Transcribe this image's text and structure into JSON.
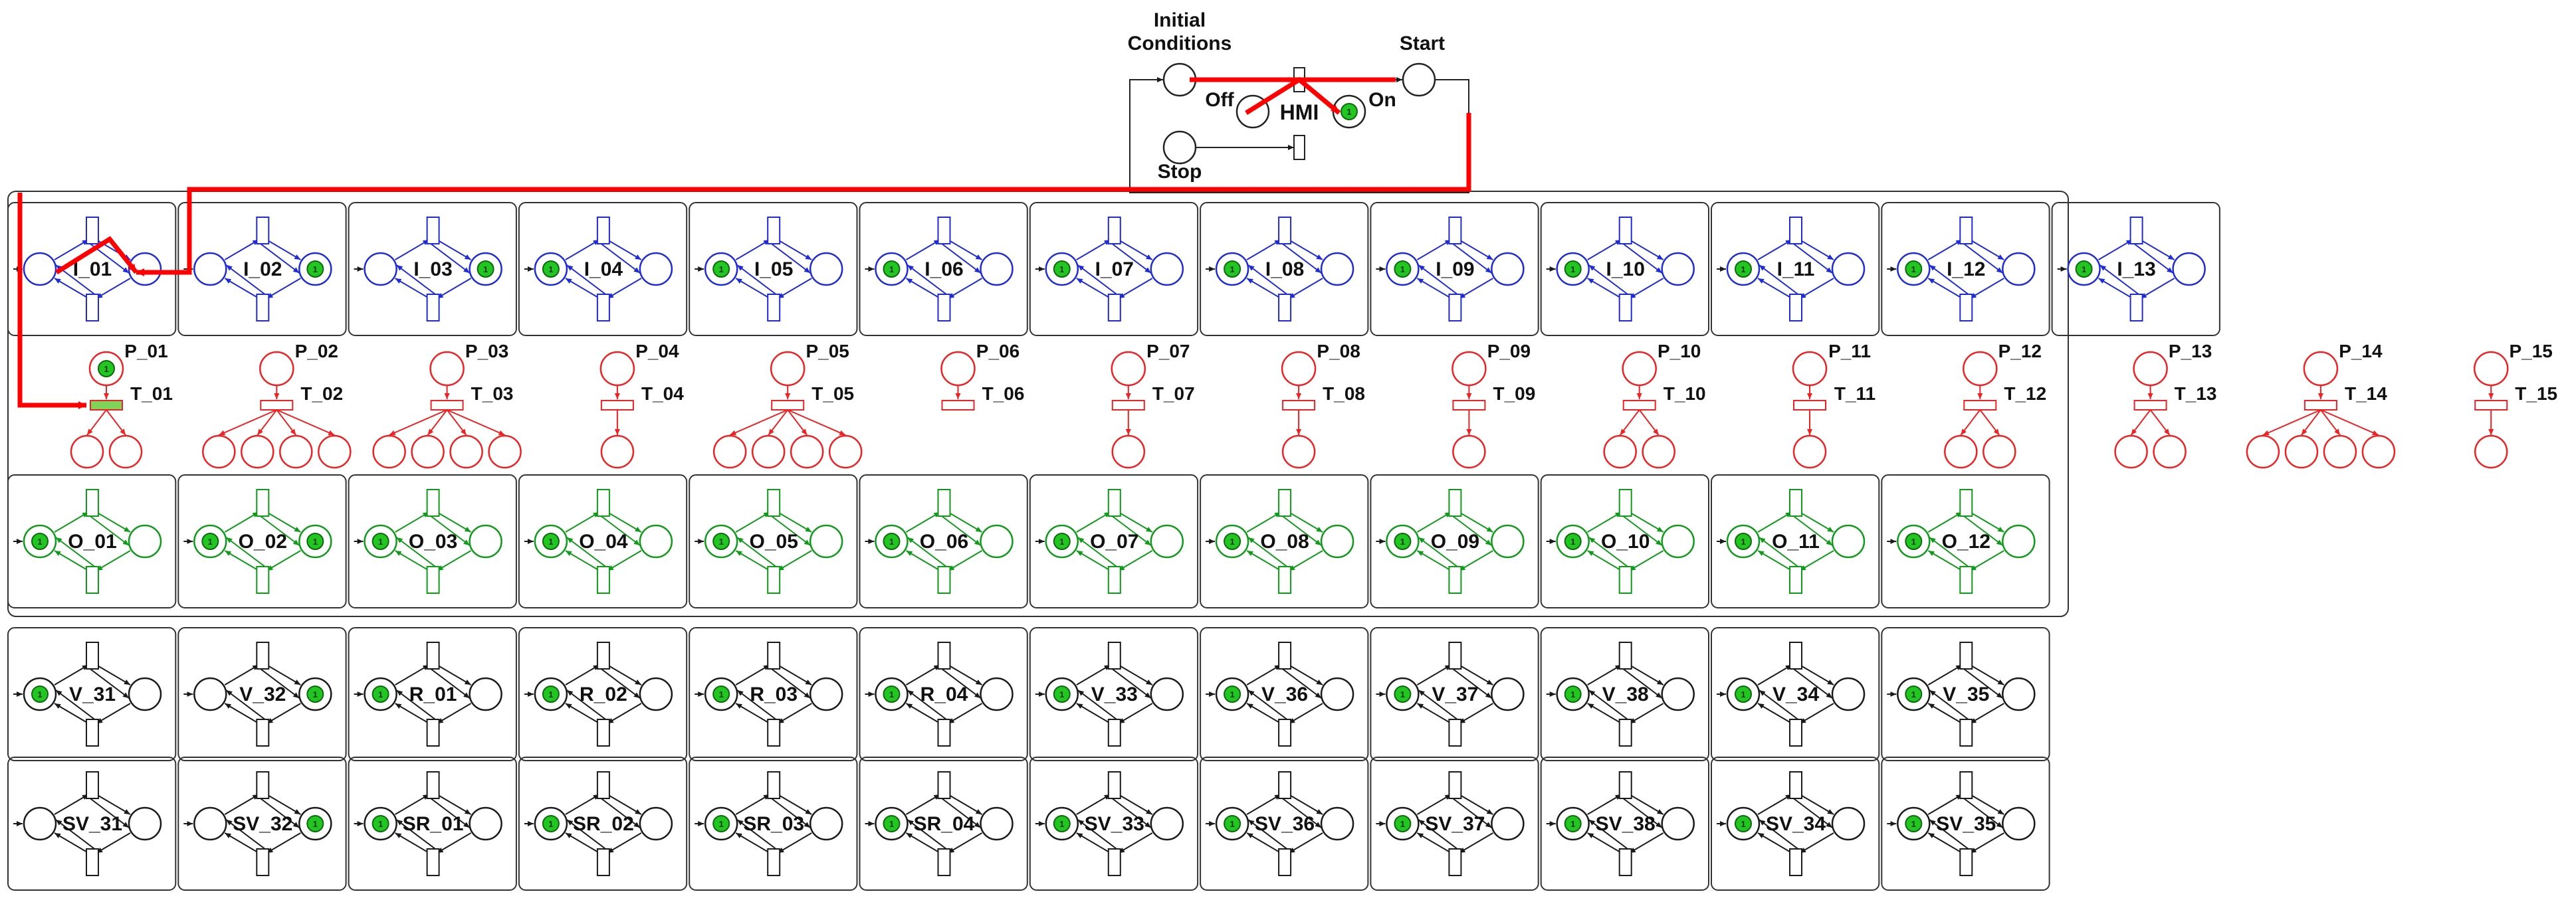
{
  "title": "",
  "hmi": {
    "label": "HMI",
    "initial_label_line1": "Initial",
    "initial_label_line2": "Conditions",
    "start_label": "Start",
    "off_label": "Off",
    "on_label": "On",
    "stop_label": "Stop"
  },
  "colors": {
    "input_module": "#1f2bd6",
    "process_module": "#ee2222",
    "output_module": "#109a1a",
    "valve_module": "#1a1a1a",
    "token": "#22c522",
    "highlight_path": "#ff0000",
    "frame": "#333333"
  },
  "input_row": {
    "labels": [
      "I_01",
      "I_02",
      "I_03",
      "I_04",
      "I_05",
      "I_06",
      "I_07",
      "I_08",
      "I_09",
      "I_10",
      "I_11",
      "I_12",
      "I_13"
    ],
    "token_side": [
      "none",
      "right",
      "right",
      "left",
      "left",
      "left",
      "left",
      "left",
      "left",
      "left",
      "left",
      "left",
      "left"
    ]
  },
  "process_row": {
    "places": [
      "P_01",
      "P_02",
      "P_03",
      "P_04",
      "P_05",
      "P_06",
      "P_07",
      "P_08",
      "P_09",
      "P_10",
      "P_11",
      "P_12",
      "P_13",
      "P_14",
      "P_15"
    ],
    "transitions": [
      "T_01",
      "T_02",
      "T_03",
      "T_04",
      "T_05",
      "T_06",
      "T_07",
      "T_08",
      "T_09",
      "T_10",
      "T_11",
      "T_12",
      "T_13",
      "T_14",
      "T_15"
    ],
    "output_place_counts": [
      2,
      4,
      4,
      1,
      4,
      0,
      1,
      1,
      1,
      2,
      1,
      2,
      2,
      4,
      1
    ],
    "tokens": [
      1,
      0,
      0,
      0,
      0,
      0,
      0,
      0,
      0,
      0,
      0,
      0,
      0,
      0,
      0
    ],
    "token_text": "1"
  },
  "output_row": {
    "labels": [
      "O_01",
      "O_02",
      "O_03",
      "O_04",
      "O_05",
      "O_06",
      "O_07",
      "O_08",
      "O_09",
      "O_10",
      "O_11",
      "O_12"
    ],
    "token_side": [
      "left",
      "both",
      "left",
      "left",
      "left",
      "left",
      "left",
      "left",
      "left",
      "left",
      "left",
      "left"
    ]
  },
  "valve_row": {
    "labels": [
      "V_31",
      "V_32",
      "R_01",
      "R_02",
      "R_03",
      "R_04",
      "V_33",
      "V_36",
      "V_37",
      "V_38",
      "V_34",
      "V_35"
    ],
    "token_side": [
      "left",
      "right",
      "left",
      "left",
      "left",
      "left",
      "left",
      "left",
      "left",
      "left",
      "left",
      "left"
    ]
  },
  "sensor_row": {
    "labels": [
      "SV_31",
      "SV_32",
      "SR_01",
      "SR_02",
      "SR_03",
      "SR_04",
      "SV_33",
      "SV_36",
      "SV_37",
      "SV_38",
      "SV_34",
      "SV_35"
    ],
    "token_side": [
      "none",
      "right",
      "left",
      "left",
      "left",
      "left",
      "left",
      "left",
      "left",
      "left",
      "left",
      "left"
    ]
  }
}
